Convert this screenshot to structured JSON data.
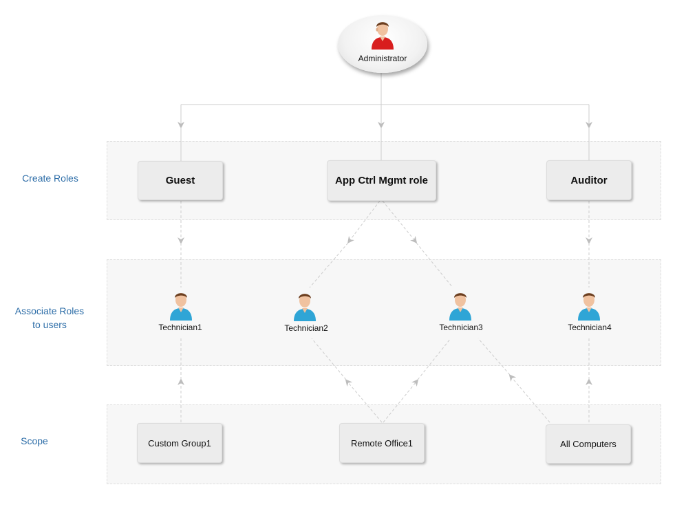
{
  "sections": {
    "create_roles": "Create Roles",
    "associate_line1": "Associate Roles",
    "associate_line2": "to users",
    "scope": "Scope"
  },
  "administrator": {
    "label": "Administrator",
    "shirt_color": "#d81e1e"
  },
  "roles": [
    {
      "label": "Guest"
    },
    {
      "label": "App Ctrl Mgmt role"
    },
    {
      "label": "Auditor"
    }
  ],
  "technicians": [
    {
      "label": "Technician1",
      "shirt_color": "#2fa5d6"
    },
    {
      "label": "Technician2",
      "shirt_color": "#2fa5d6"
    },
    {
      "label": "Technician3",
      "shirt_color": "#2fa5d6"
    },
    {
      "label": "Technician4",
      "shirt_color": "#2fa5d6"
    }
  ],
  "scopes": [
    {
      "label": "Custom Group1"
    },
    {
      "label": "Remote Office1"
    },
    {
      "label": "All Computers"
    }
  ],
  "colors": {
    "section_label": "#2e6ea8",
    "connector": "#cccccc"
  }
}
